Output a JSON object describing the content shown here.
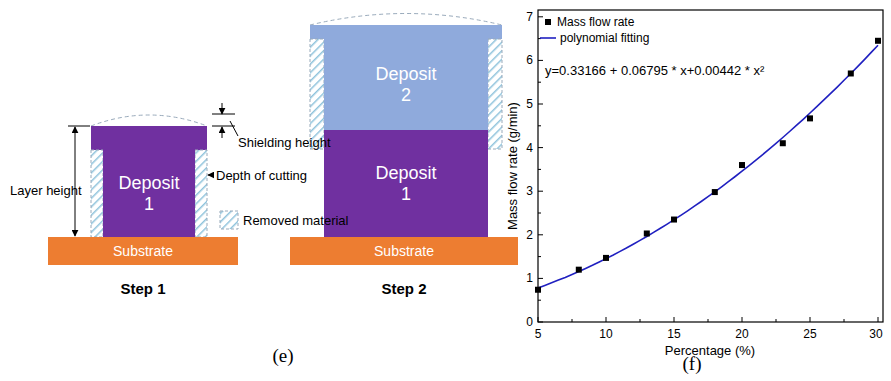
{
  "diagram": {
    "nodes": [
      {
        "text": [
          "Deposit 1"
        ]
      },
      {
        "text": [
          "Substrate"
        ]
      },
      {
        "text": [
          "Deposit 2"
        ]
      },
      {
        "text": [
          "Deposit 1"
        ]
      },
      {
        "text": [
          "Substrate"
        ]
      }
    ],
    "labels": [
      "Layer height",
      "Shielding height",
      "Depth of cutting",
      "Step 1",
      "Step 2",
      "(e)",
      "y=0.33166 + 0.06795 * x+0.00442 * x²",
      "0",
      "1",
      "2",
      "3",
      "4",
      "5",
      "6",
      "7",
      "5",
      "10",
      "15",
      "20",
      "25",
      "30",
      "Mass flow rate (g/min)",
      "Percentage (%)",
      "(f)"
    ],
    "legend": [
      {
        "text": "Removed material"
      },
      {
        "text": "Mass flow rate"
      },
      {
        "text": "polynomial fitting"
      }
    ]
  }
}
